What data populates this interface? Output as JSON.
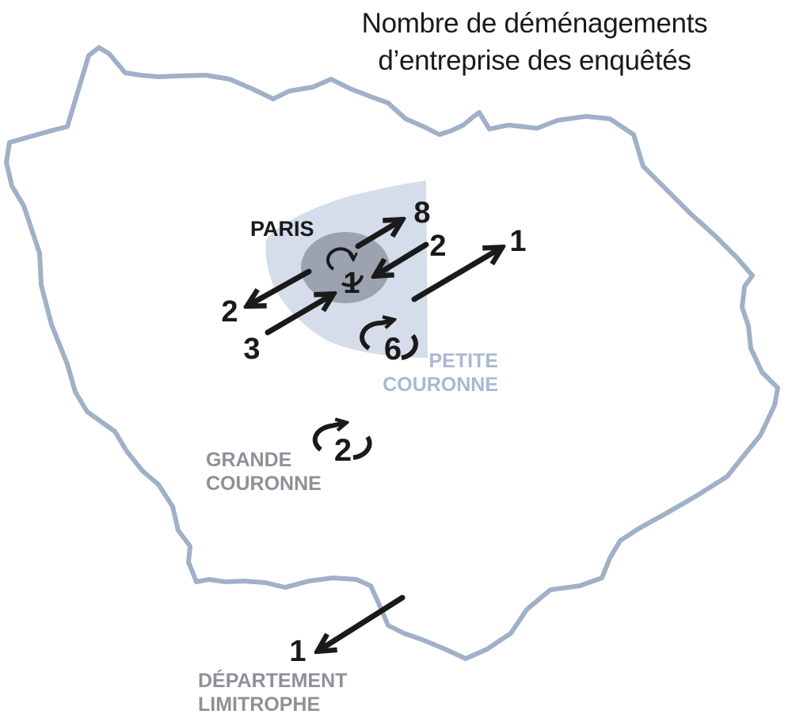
{
  "title": {
    "line1": "Nombre de déménagements",
    "line2": "d’entreprise des enquêtés"
  },
  "zones": {
    "paris": "PARIS",
    "petite_couronne": [
      "PETITE",
      "COURONNE"
    ],
    "grande_couronne": [
      "GRANDE",
      "COURONNE"
    ],
    "departement_limitrophe": [
      "DÉPARTEMENT",
      "LIMITROPHE"
    ]
  },
  "flows": {
    "paris_internal": "1",
    "paris_to_north_east": "8",
    "into_paris_from_east": "2",
    "paris_to_west": "2",
    "into_paris_from_south_west": "3",
    "petite_couronne_to_north_east": "1",
    "petite_couronne_internal": "6",
    "grande_couronne_internal": "2",
    "to_departement_limitrophe": "1"
  },
  "colors": {
    "outline": "#9fb1c6",
    "petite_couronne_fill": "#d5dcea",
    "paris_fill": "#9ba3b0",
    "arrow": "#1a1a1a",
    "petite_label": "#a9b8d3",
    "grande_label": "#8c9199"
  },
  "icons": {
    "flow_arrow": "arrow-icon",
    "internal_move": "circular-arrow-icon"
  }
}
